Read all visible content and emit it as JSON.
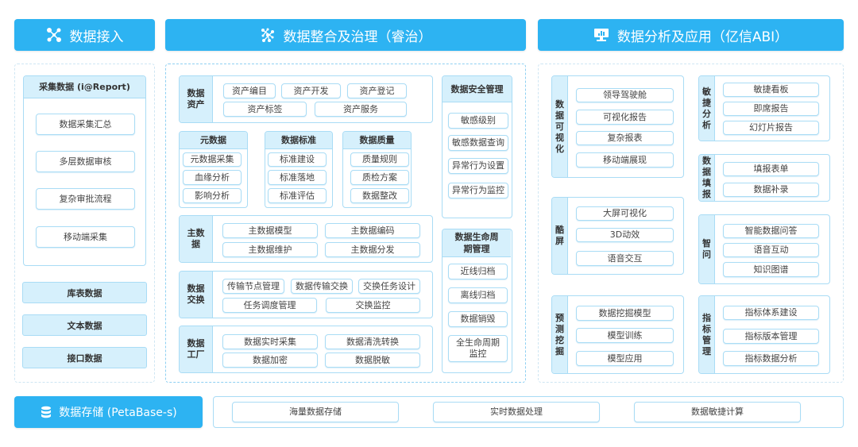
{
  "headers": {
    "ingest": "数据接入",
    "governance": "数据整合及治理（睿治）",
    "analytics": "数据分析及应用（亿信ABI）"
  },
  "icons": {
    "ingest": "nodes-icon",
    "governance": "network-icon",
    "analytics": "monitor-chart-icon",
    "storage": "database-icon"
  },
  "colors": {
    "accent": "#2db3f2",
    "light_fill": "#d6f0fc",
    "border": "#a9dcf5"
  },
  "ingest": {
    "collect": {
      "title": "采集数据 (i@Report)",
      "items": [
        "数据采集汇总",
        "多层数据审核",
        "复杂审批流程",
        "移动端采集"
      ]
    },
    "others": [
      "库表数据",
      "文本数据",
      "接口数据"
    ]
  },
  "governance": {
    "asset": {
      "title": "数据资产",
      "items": [
        "资产编目",
        "资产开发",
        "资产登记",
        "资产标签",
        "资产服务"
      ]
    },
    "meta": {
      "title": "元数据",
      "items": [
        "元数据采集",
        "血缘分析",
        "影响分析"
      ]
    },
    "standard": {
      "title": "数据标准",
      "items": [
        "标准建设",
        "标准落地",
        "标准评估"
      ]
    },
    "quality": {
      "title": "数据质量",
      "items": [
        "质量规则",
        "质检方案",
        "数据整改"
      ]
    },
    "security": {
      "title": "数据安全管理",
      "items": [
        "敏感级别",
        "敏感数据查询",
        "异常行为设置",
        "异常行为监控"
      ]
    },
    "master": {
      "title": "主数据",
      "items": [
        "主数据模型",
        "主数据编码",
        "主数据维护",
        "主数据分发"
      ]
    },
    "exchange": {
      "title": "数据交换",
      "items": [
        "传输节点管理",
        "数据传输交换",
        "交换任务设计",
        "任务调度管理",
        "交换监控"
      ]
    },
    "factory": {
      "title": "数据工厂",
      "items": [
        "数据实时采集",
        "数据清洗转换",
        "数据加密",
        "数据脱敏"
      ]
    },
    "lifecycle": {
      "title": "数据生命周期管理",
      "items": [
        "近线归档",
        "离线归档",
        "数据销毁",
        "全生命周期监控"
      ]
    }
  },
  "analytics": {
    "viz": {
      "title": "数据可视化",
      "items": [
        "领导驾驶舱",
        "可视化报告",
        "复杂报表",
        "移动端展现"
      ]
    },
    "cool": {
      "title": "酷屏",
      "items": [
        "大屏可视化",
        "3D动效",
        "语音交互"
      ]
    },
    "mining": {
      "title": "预测挖掘",
      "items": [
        "数据挖掘模型",
        "模型训练",
        "模型应用"
      ]
    },
    "agile": {
      "title": "敏捷分析",
      "items": [
        "敏捷看板",
        "即席报告",
        "幻灯片报告"
      ]
    },
    "fill": {
      "title": "数据填报",
      "items": [
        "填报表单",
        "数据补录"
      ]
    },
    "ask": {
      "title": "智问",
      "items": [
        "智能数据问答",
        "语音互动",
        "知识图谱"
      ]
    },
    "metric": {
      "title": "指标管理",
      "items": [
        "指标体系建设",
        "指标版本管理",
        "指标数据分析"
      ]
    }
  },
  "storage": {
    "title": "数据存储 (PetaBase-s)",
    "items": [
      "海量数据存储",
      "实时数据处理",
      "数据敏捷计算"
    ]
  }
}
